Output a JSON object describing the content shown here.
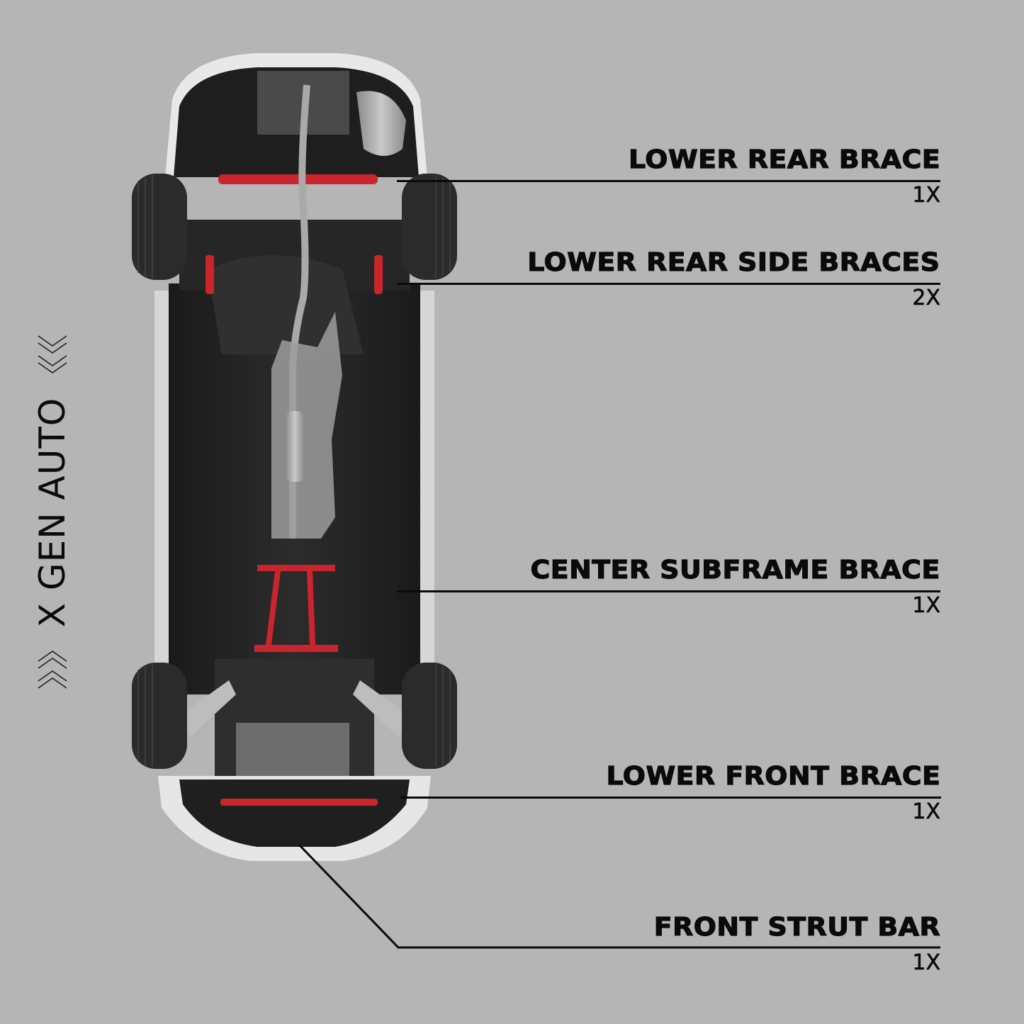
{
  "brand": {
    "name": "X GEN AUTO",
    "icons": [
      "double-chevron-left-icon",
      "double-chevron-right-icon"
    ]
  },
  "image": {
    "subject": "car-underbody",
    "accent_color": "#c8262c",
    "background_color": "#b5b5b5"
  },
  "callouts": [
    {
      "name": "LOWER REAR BRACE",
      "qty": "1X"
    },
    {
      "name": "LOWER REAR SIDE BRACES",
      "qty": "2X"
    },
    {
      "name": "CENTER SUBFRAME BRACE",
      "qty": "1X"
    },
    {
      "name": "LOWER FRONT BRACE",
      "qty": "1X"
    },
    {
      "name": "FRONT STRUT BAR",
      "qty": "1X"
    }
  ]
}
